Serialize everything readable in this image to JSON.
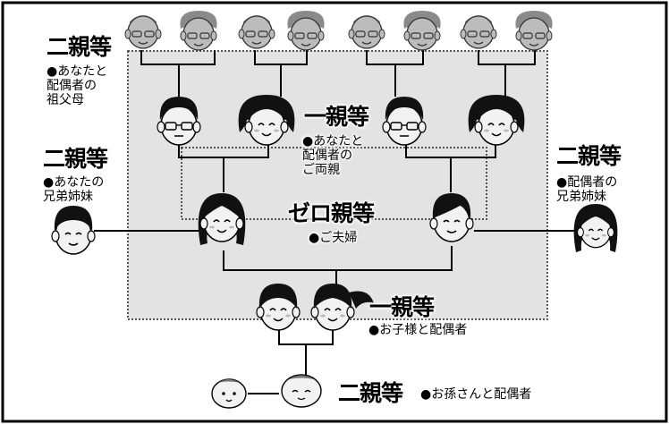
{
  "groups": {
    "grandparents": {
      "degree": "二親等",
      "desc": "●あなたと\n配偶者の\n祖父母"
    },
    "parents": {
      "degree": "一親等",
      "desc": "●あなたと\n配偶者の\nご両親"
    },
    "own_siblings": {
      "degree": "二親等",
      "desc": "●あなたの\n兄弟姉妹"
    },
    "spouse_siblings": {
      "degree": "二親等",
      "desc": "●配偶者の\n兄弟姉妹"
    },
    "couple": {
      "degree": "ゼロ親等",
      "desc": "●ご夫婦"
    },
    "children": {
      "degree": "一親等",
      "desc": "●お子様と配偶者"
    },
    "grandchildren": {
      "degree": "二親等",
      "desc": "●お孫さんと配偶者"
    }
  },
  "colors": {
    "background": "#ffffff",
    "frame": "#000000",
    "region": "#e3e3e3",
    "dotted_border": "#555555",
    "face": "#f2f2f2",
    "hair_dark": "#111111",
    "hair_grey": "#8a8a8a",
    "grandparent_face": "#bcbcbc"
  }
}
